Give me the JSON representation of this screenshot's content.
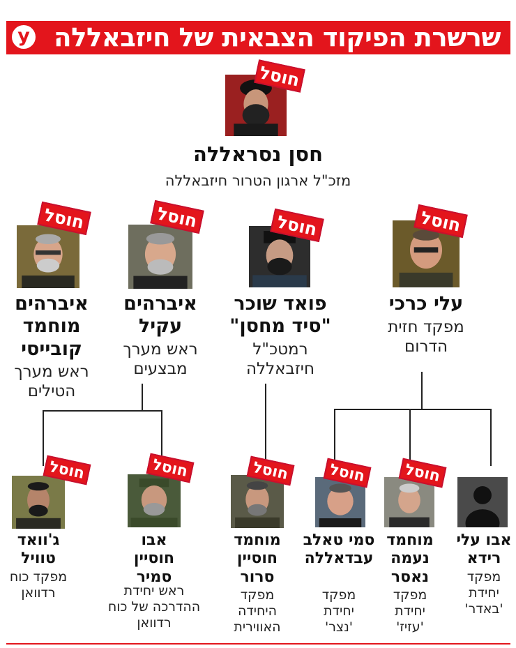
{
  "header": {
    "title": "שרשרת הפיקוד הצבאית של חיזבאללה",
    "logo_letter": "y",
    "bg_color": "#e3151c"
  },
  "top": {
    "name": "חסן נסראללה",
    "role": "מזכ\"ל ארגון הטרור חיזבאללה",
    "stamp": "חוסל"
  },
  "level2": [
    {
      "name": "עלי כרכי",
      "role": "מפקד חזית הדרום",
      "stamp": "חוסל"
    },
    {
      "name": "פואד שוכר \"סיד מחסן\"",
      "role": "רמטכ\"ל חיזבאללה",
      "stamp": "חוסל"
    },
    {
      "name": "איברהים עקיל",
      "role": "ראש מערך מבצעים",
      "stamp": "חוסל"
    },
    {
      "name": "איברהים מוחמד קובייסי",
      "role": "ראש מערך הטילים",
      "stamp": "חוסל"
    }
  ],
  "level3": [
    {
      "name": "אבו עלי רידא",
      "role": "מפקד יחידת 'באדר'",
      "stamp": ""
    },
    {
      "name": "מוחמד נעמה נאסר",
      "role": "מפקד יחידת 'עזיז'",
      "stamp": "חוסל"
    },
    {
      "name": "סמי טאלב עבדאללה",
      "role": "מפקד יחידת 'נצר'",
      "stamp": "חוסל"
    },
    {
      "name": "מוחמד חוסיין סרור",
      "role": "מפקד היחידה האווירית",
      "stamp": "חוסל"
    },
    {
      "name": "אבו חוסיין סמיר",
      "role": "ראש יחידת ההדרכה של כוח רדוואן",
      "stamp": "חוסל"
    },
    {
      "name": "ג'וואד טוויל",
      "role": "מפקד כוח רדוואן",
      "stamp": "חוסל"
    }
  ]
}
